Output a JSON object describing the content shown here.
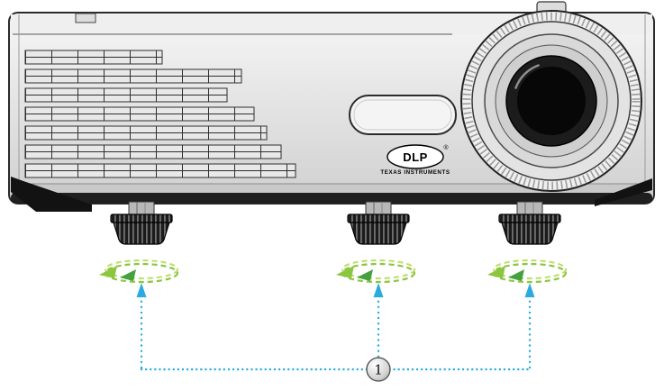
{
  "callout": {
    "label": "1"
  },
  "dlp_logo": {
    "name": "DLP",
    "registered": "®",
    "brand": "TEXAS INSTRUMENTS"
  },
  "colors": {
    "arrow_green": "#8CC63F",
    "arrow_green_light": "#C2DE72",
    "arrow_green_dark": "#44A13D",
    "callout_blue": "#29ABE2"
  }
}
